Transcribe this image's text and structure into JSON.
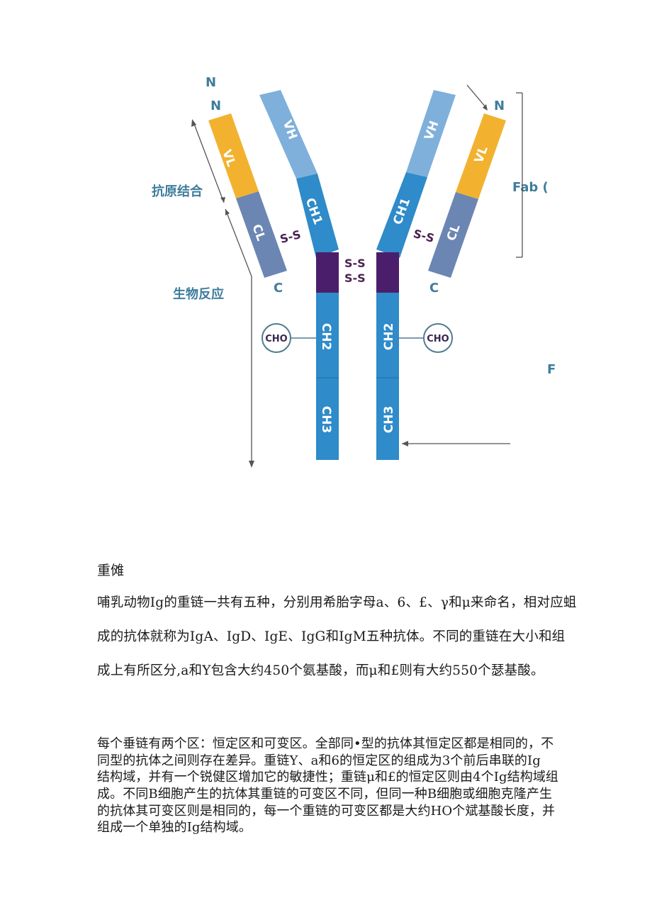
{
  "diagram": {
    "title": "Immunoglobulin (antibody) structure diagram",
    "labels": {
      "n_top": "N",
      "n_left": "N",
      "n_right": "N",
      "c_left": "C",
      "c_right": "C",
      "antigen_binding": "抗原结合",
      "biological_response": "生物反应",
      "fab": "Fab (",
      "fc": "F",
      "vl": "VL",
      "vh": "VH",
      "cl": "CL",
      "ch1": "CH1",
      "ch2": "CH2",
      "ch3": "CH3",
      "ss": "S-S",
      "cho": "CHO"
    },
    "colors": {
      "vl": "#f2b22f",
      "vh": "#7fb0db",
      "ch": "#2f8bc9",
      "cl": "#6b86b3",
      "hinge": "#4b1e6b",
      "label_teal": "#3f7d9c",
      "ss_text": "#4a2250"
    }
  },
  "section": {
    "heading": "重傩",
    "paragraph1": [
      "哺乳动物Ig的重链一共有五种，分别用希胎字母a、6、£、γ和μ来命名，相对应蛆",
      "成的抗体就称为IgA、IgD、IgE、IgG和IgM五种抗体。不同的重链在大小和组",
      "成上有所区分,a和Y包含大约450个氨基酸，而μ和£则有大约550个瑟基酸。"
    ],
    "paragraph2": [
      "每个垂链有两个区：恒定区和可变区。全部同•型的抗体其恒定区都是相同的，不",
      "同型的抗体之间则存在差异。重链Y、a和6的恒定区的组成为3个前后串联的Ig",
      "结构域，并有一个锐健区增加它的敏捷性；重链μ和£的恒定区则由4个Ig结构域组",
      "成。不同B细胞产生的抗体其重链的可变区不同，但同一种B细胞或细胞克隆产生",
      "的抗体其可变区则是相同的，每一个重链的可变区都是大约HO个斌基酸长度，并",
      "组成一个单独的Ig结构域。"
    ]
  }
}
